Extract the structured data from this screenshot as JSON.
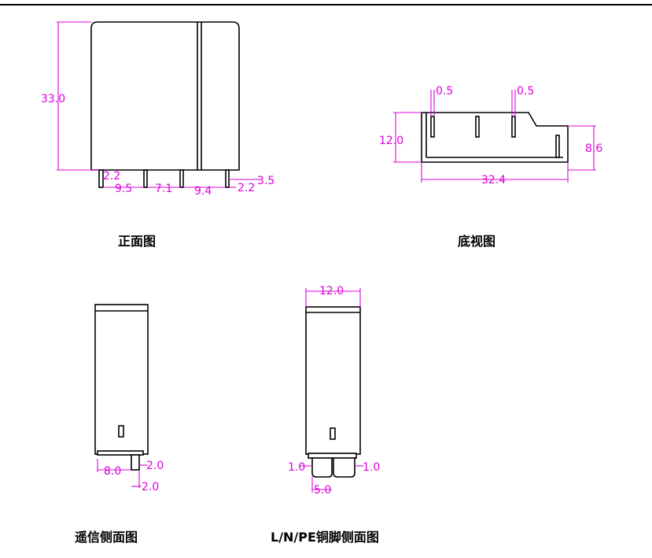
{
  "colors": {
    "dimension": "#e000e0",
    "outline": "#000000",
    "background": "#ffffff"
  },
  "front_view": {
    "caption": "正面图",
    "dims": {
      "height": "33.0",
      "pin_offset": "2.2",
      "pin_offset_right": "2.2",
      "pin_length": "3.5",
      "gap1": "9.5",
      "gap2": "7.1",
      "gap3": "9.4"
    }
  },
  "bottom_view": {
    "caption": "底视图",
    "dims": {
      "pin_a": "0.5",
      "pin_b": "0.5",
      "height": "12.0",
      "step_height": "8.6",
      "length": "32.4"
    }
  },
  "signal_side_view": {
    "caption": "遥信侧面图",
    "dims": {
      "offset": "8.0",
      "pin_width": "2.0",
      "pin_length": "2.0"
    }
  },
  "power_side_view": {
    "caption": "L/N/PE铜脚侧面图",
    "dims": {
      "width": "12.0",
      "left_margin": "1.0",
      "right_margin": "1.0",
      "pin_width": "5.0"
    }
  }
}
